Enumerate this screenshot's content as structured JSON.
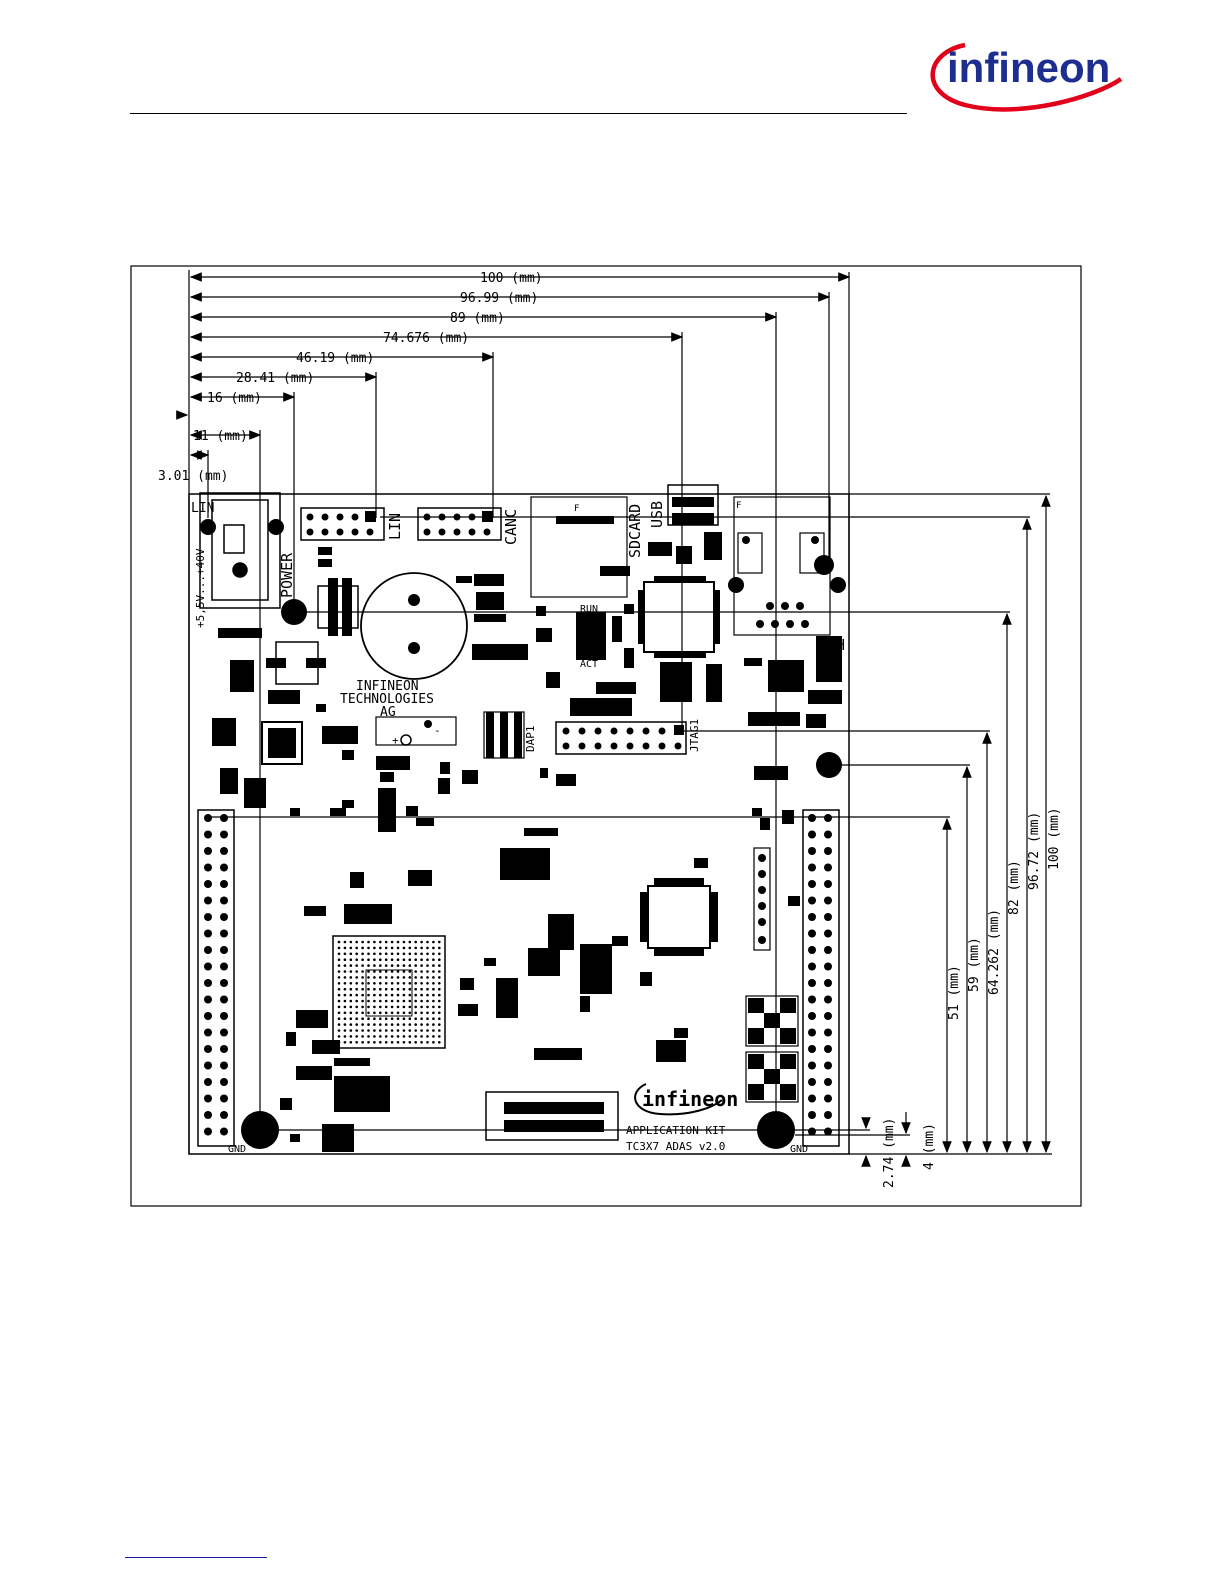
{
  "header": {
    "logo_text": "infineon",
    "logo_color": "#1d2e8f",
    "swoosh_color": "#e2001a"
  },
  "drawing": {
    "top_dimensions": [
      "100 (mm)",
      "96.99 (mm)",
      "89 (mm)",
      "74.676 (mm)",
      "46.19 (mm)",
      "28.41 (mm)",
      "16 (mm)",
      "11 (mm)",
      "3.01 (mm)"
    ],
    "right_dimensions": [
      "100 (mm)",
      "96.72 (mm)",
      "82 (mm)",
      "64.262 (mm)",
      "59 (mm)",
      "51 (mm)"
    ],
    "bottom_dimensions": [
      "2.74 (mm)",
      "4 (mm)"
    ],
    "board_labels": {
      "lin": "LIN",
      "lin_left": "LIN",
      "canc": "CANC",
      "sdcard": "SDCARD",
      "usb": "USB",
      "eth": "ETH",
      "power": "POWER",
      "voltage": "+5,5V...+40V",
      "company_1": "INFINEON",
      "company_2": "TECHNOLOGIES",
      "company_3": "AG",
      "run": "RUN",
      "act": "ACT",
      "dap": "DAP1",
      "jtag": "JTAG1",
      "gnd_left": "GND",
      "gnd_right": "GND",
      "kit_1": "APPLICATION KIT",
      "kit_2": "TC3X7 ADAS v2.0",
      "board_logo": "infineon",
      "plus": "+",
      "minus": "-",
      "f1": "F",
      "f2": "F"
    }
  }
}
